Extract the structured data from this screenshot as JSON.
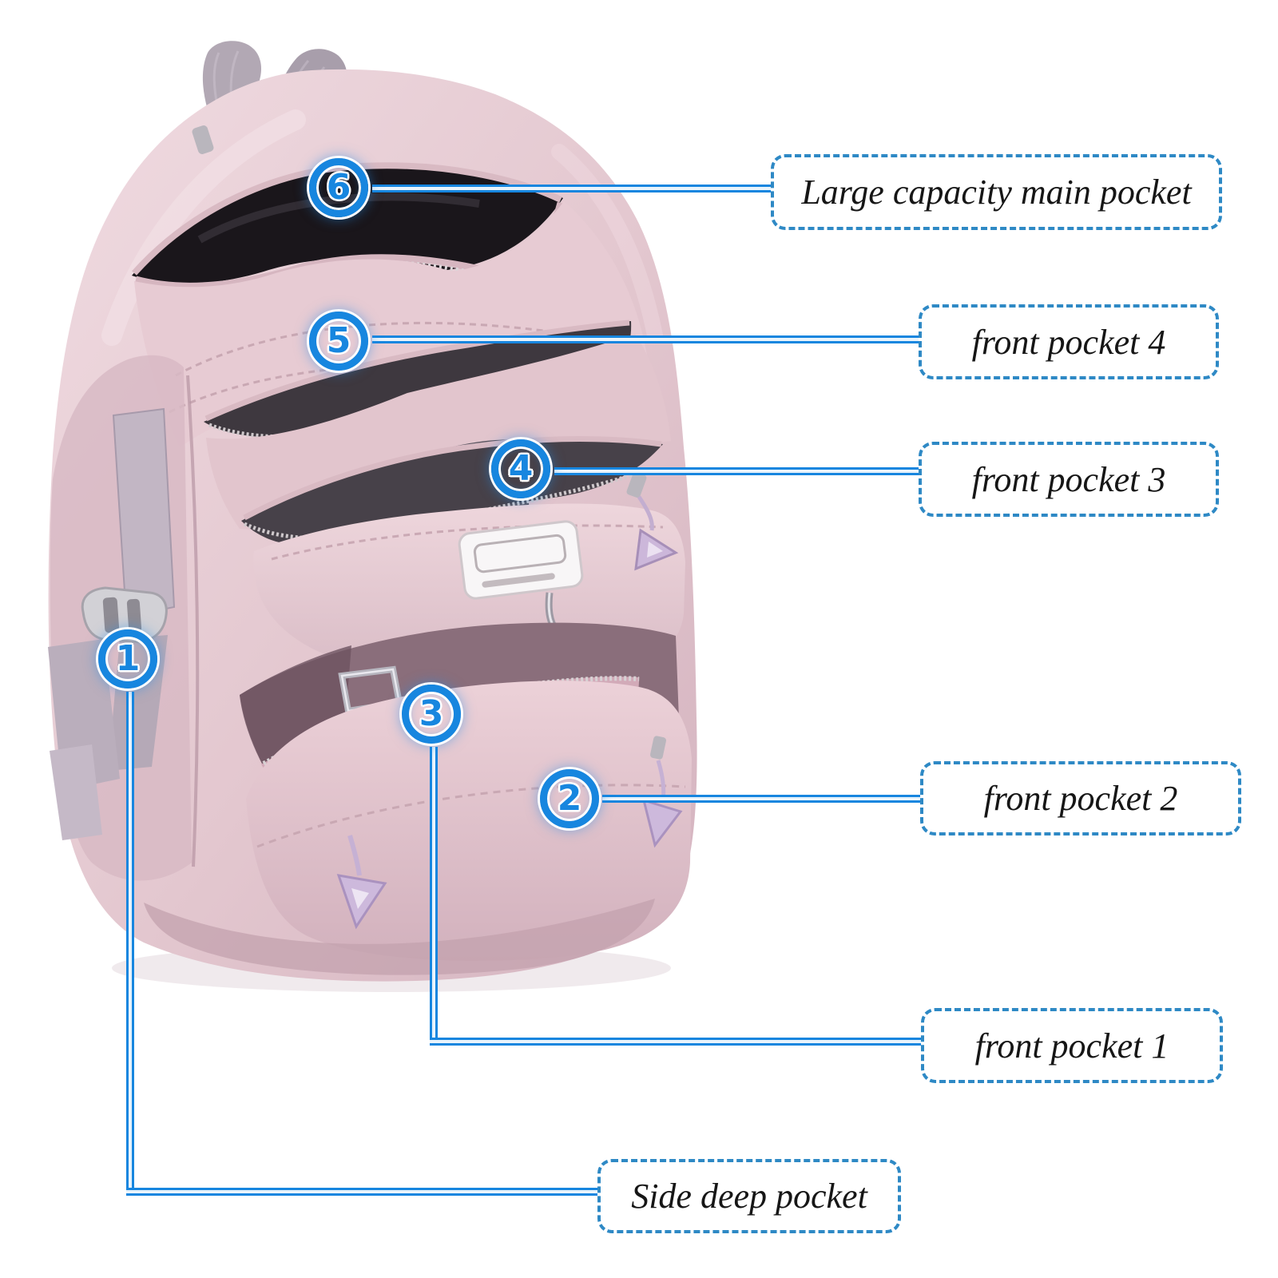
{
  "diagram_title": "backpack pockets callout diagram",
  "colors": {
    "accent_blue": "#1786df",
    "dashed_box_border": "#2e89c5",
    "label_text": "#161616",
    "background": "#ffffff",
    "bag_pink": "#e3c7cf",
    "bag_shadow": "#b294a0",
    "interior_black": "#1a161b",
    "strap_gray": "#b2a8b4",
    "zipper_coil": "#cfc9cc",
    "pull_lavender": "#cdb9dc",
    "metal_gray": "#b7b6bf"
  },
  "callouts": [
    {
      "num": "1",
      "label": "Side deep pocket"
    },
    {
      "num": "2",
      "label": "front pocket 2"
    },
    {
      "num": "3",
      "label": "front pocket 1"
    },
    {
      "num": "4",
      "label": "front pocket 3"
    },
    {
      "num": "5",
      "label": "front pocket 4"
    },
    {
      "num": "6",
      "label": "Large capacity main pocket"
    }
  ]
}
